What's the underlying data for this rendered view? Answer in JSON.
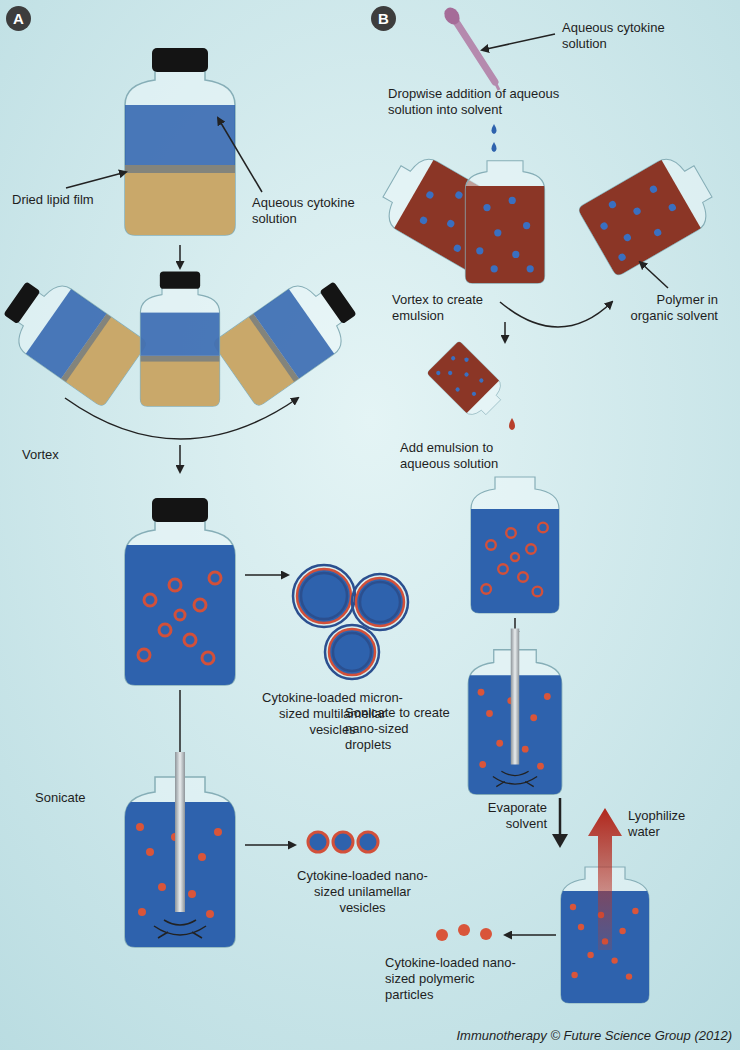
{
  "diagram": {
    "nodes": [
      {
        "text": [
          "A"
        ]
      },
      {
        "text": [
          "B"
        ]
      }
    ],
    "labels": [
      "Dried lipid film",
      "Aqueous cytokine solution",
      "Vortex",
      "Cytokine-loaded micron-sized multilamellar vesicles",
      "Sonicate",
      "Cytokine-loaded nano-sized unilamellar vesicles",
      "Aqueous cytokine solution",
      "Dropwise addition of aqueous solution into solvent",
      "Vortex to create emulsion",
      "Polymer in organic solvent",
      "Add emulsion to aqueous solution",
      "Sonicate to create nano-sized droplets",
      "Evaporate solvent",
      "Lyophilize water",
      "Cytokine-loaded nano-sized polymeric particles",
      "Immunotherapy © Future Science Group (2012)"
    ]
  }
}
